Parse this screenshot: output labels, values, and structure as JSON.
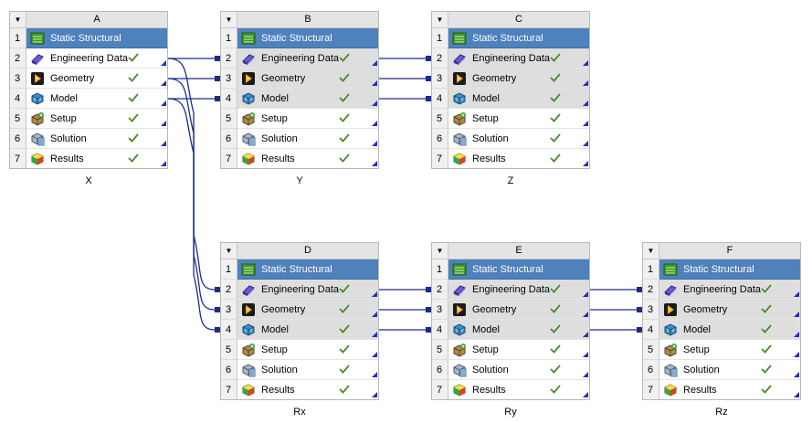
{
  "cells": [
    {
      "num": "1",
      "label": "Static Structural",
      "icon": "static-structural-icon"
    },
    {
      "num": "2",
      "label": "Engineering Data",
      "icon": "engineering-data-icon"
    },
    {
      "num": "3",
      "label": "Geometry",
      "icon": "geometry-icon"
    },
    {
      "num": "4",
      "label": "Model",
      "icon": "model-icon"
    },
    {
      "num": "5",
      "label": "Setup",
      "icon": "setup-icon"
    },
    {
      "num": "6",
      "label": "Solution",
      "icon": "solution-icon"
    },
    {
      "num": "7",
      "label": "Results",
      "icon": "results-icon"
    }
  ],
  "systems": [
    {
      "letter": "A",
      "name": "X",
      "linked_cells": []
    },
    {
      "letter": "B",
      "name": "Y",
      "linked_cells": [
        2,
        3,
        4
      ]
    },
    {
      "letter": "C",
      "name": "Z",
      "linked_cells": [
        2,
        3,
        4
      ]
    },
    {
      "letter": "D",
      "name": "Rx",
      "linked_cells": [
        2,
        3,
        4
      ]
    },
    {
      "letter": "E",
      "name": "Ry",
      "linked_cells": [
        2,
        3,
        4
      ]
    },
    {
      "letter": "F",
      "name": "Rz",
      "linked_cells": [
        2,
        3,
        4
      ]
    }
  ],
  "colors": {
    "title_cell": "#4f81bd",
    "shared_cell": "#dedede",
    "link_line": "#1c2b8a",
    "check": "#4c8a2c"
  }
}
